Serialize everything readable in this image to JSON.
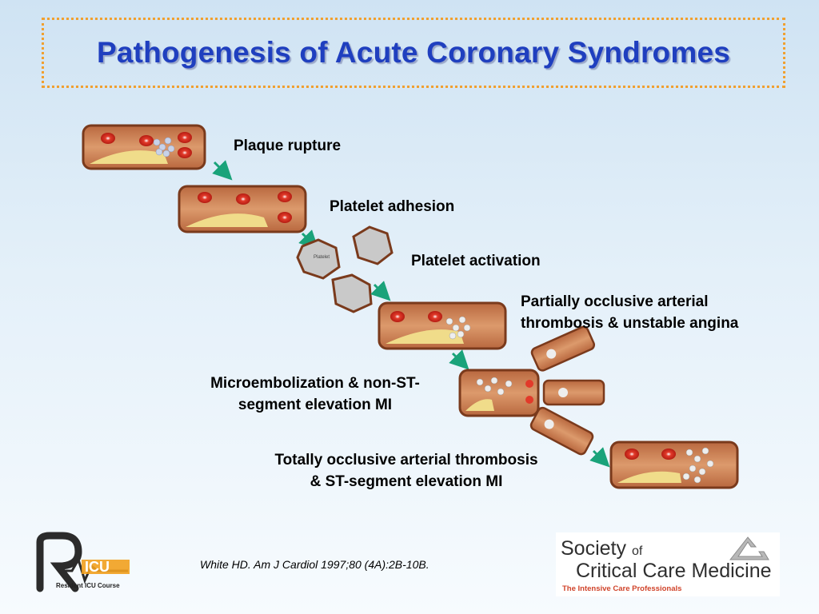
{
  "title": "Pathogenesis of Acute Coronary Syndromes",
  "steps": [
    {
      "label": "Plaque rupture"
    },
    {
      "label": "Platelet adhesion"
    },
    {
      "label": "Platelet activation"
    },
    {
      "label_line1": "Partially occlusive arterial",
      "label_line2": "thrombosis & unstable angina"
    },
    {
      "label_line1": "Microembolization & non-ST-",
      "label_line2": "segment elevation MI"
    },
    {
      "label_line1": "Totally occlusive arterial thrombosis",
      "label_line2": "& ST-segment elevation MI"
    }
  ],
  "platelet_text": "Platelet",
  "citation": "White HD. Am J Cardiol 1997;80 (4A):2B-10B.",
  "logos": {
    "ricu_caption": "Resident ICU Course",
    "sccm_line1": "Society",
    "sccm_of": "of",
    "sccm_line2": "Critical Care Medicine",
    "sccm_tagline": "The Intensive Care Professionals"
  },
  "colors": {
    "title": "#1f3fbf",
    "border": "#f0a030",
    "vessel": "#c97a4e",
    "vessel_wall": "#7a3a1c",
    "plaque": "#f0dc8a",
    "arrow": "#1aa37a"
  },
  "icons": [
    "vessel-icon",
    "platelet-icon",
    "arrow-icon",
    "sccm-pyramid-icon"
  ]
}
